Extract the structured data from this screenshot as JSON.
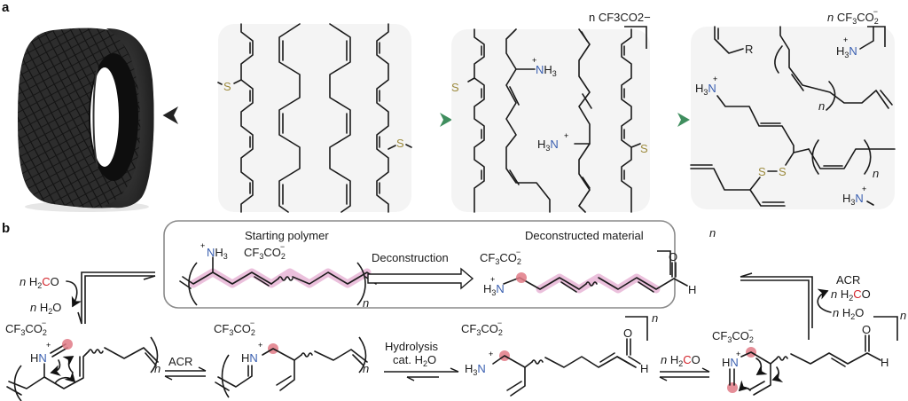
{
  "panels": {
    "a": {
      "letter": "a"
    },
    "b": {
      "letter": "b"
    }
  },
  "panel_a": {
    "tire_label": "tire",
    "box1": {
      "s_label_1": "S",
      "s_label_2": "S"
    },
    "box2": {
      "counterion": "n CF3CO2−",
      "counterion_parts": {
        "n": "n",
        "cf": "CF",
        "three": "3",
        "co": "CO",
        "two": "2",
        "minus": "−"
      },
      "nh3_1": {
        "n": "N",
        "h": "H",
        "three": "3",
        "plus": "+"
      },
      "nh3_2": {
        "h": "H",
        "three": "3",
        "n": "N",
        "plus": "+"
      },
      "s_label_1": "S",
      "s_label_2": "S"
    },
    "box3": {
      "counterion_parts": {
        "n": "n",
        "cf": "CF",
        "three": "3",
        "co": "CO",
        "two": "2",
        "minus": "−"
      },
      "r_label": "R",
      "amine_parts": {
        "h": "H",
        "three": "3",
        "n": "N",
        "plus": "+"
      },
      "s_label": "S",
      "repeat_n": "n"
    }
  },
  "panel_b": {
    "starting_polymer_title": "Starting polymer",
    "deconstructed_title": "Deconstructed material",
    "deconstruction_label": "Deconstruction",
    "acr_label": "ACR",
    "hydrolysis_label": "Hydrolysis",
    "cat_label": "cat. H",
    "cat_label_sub": "2",
    "cat_label_o": "O",
    "repeat_n": "n",
    "reagents": {
      "n": "n",
      "h": "H",
      "two": "2",
      "c": "C",
      "o": "O"
    },
    "atoms": {
      "N": "N",
      "H": "H",
      "O": "O",
      "HN": "H",
      "three": "3",
      "plus": "+"
    },
    "counterion": {
      "cf": "CF",
      "three": "3",
      "co": "CO",
      "two": "2",
      "minus": "−"
    }
  },
  "colors": {
    "nitrogen": "#3a5fb0",
    "formaldehyde_carbon": "#d2232a",
    "sulfur": "#9c8a3c",
    "highlight": "#e8b5d6",
    "reactive_dot": "#e07a86",
    "panel_bg": "#f4f4f4",
    "box_border": "#8a8a8a",
    "green_arrow": "#3f8e5e"
  }
}
